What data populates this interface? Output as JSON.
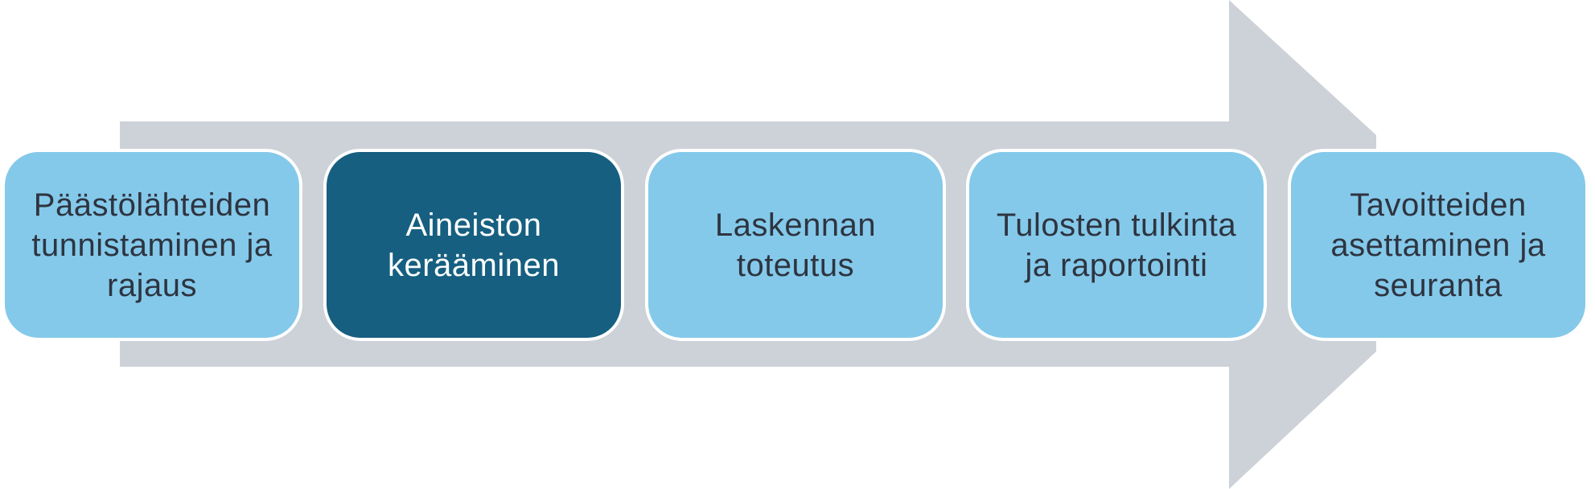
{
  "diagram": {
    "steps": [
      {
        "label": "Päästölähteiden tunnistaminen ja rajaus",
        "highlighted": false
      },
      {
        "label": "Aineiston kerääminen",
        "highlighted": true
      },
      {
        "label": "Laskennan toteutus",
        "highlighted": false
      },
      {
        "label": "Tulosten tulkinta ja raportointi",
        "highlighted": false
      },
      {
        "label": "Tavoitteiden asettaminen ja seuranta",
        "highlighted": false
      }
    ],
    "colors": {
      "arrow": "#cdd1d8",
      "box": "#84c9ea",
      "box_highlight": "#165f80",
      "text": "#2e3440",
      "text_highlight": "#ffffff",
      "box_border": "#ffffff"
    }
  }
}
